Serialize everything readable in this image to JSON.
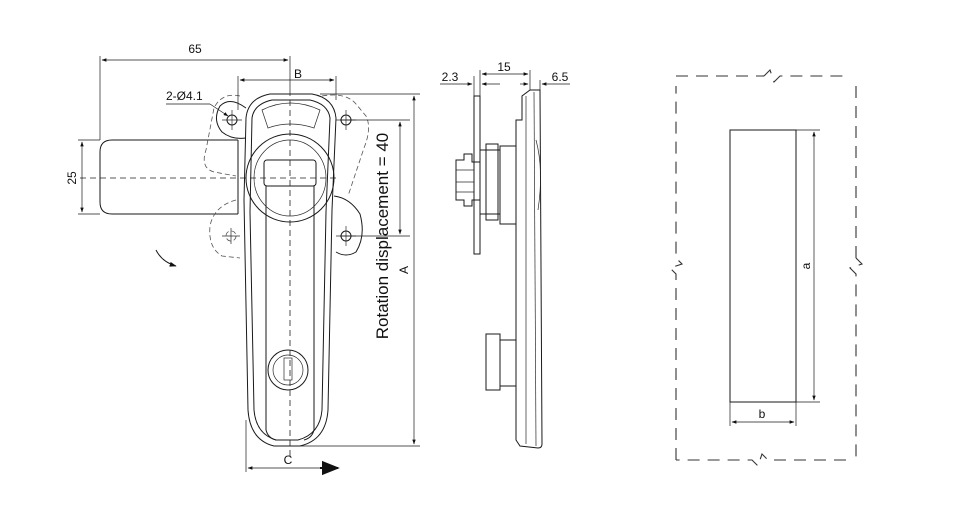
{
  "front_view": {
    "dim_65": "65",
    "dim_B": "B",
    "dim_hole": "2-Ø4.1",
    "dim_25": "25",
    "dim_rotation": "Rotation displacement = 40",
    "dim_A": "A",
    "dim_C": "C"
  },
  "side_view": {
    "dim_2_3": "2.3",
    "dim_15": "15",
    "dim_6_5": "6.5"
  },
  "cutout_view": {
    "dim_a": "a",
    "dim_b": "b"
  }
}
